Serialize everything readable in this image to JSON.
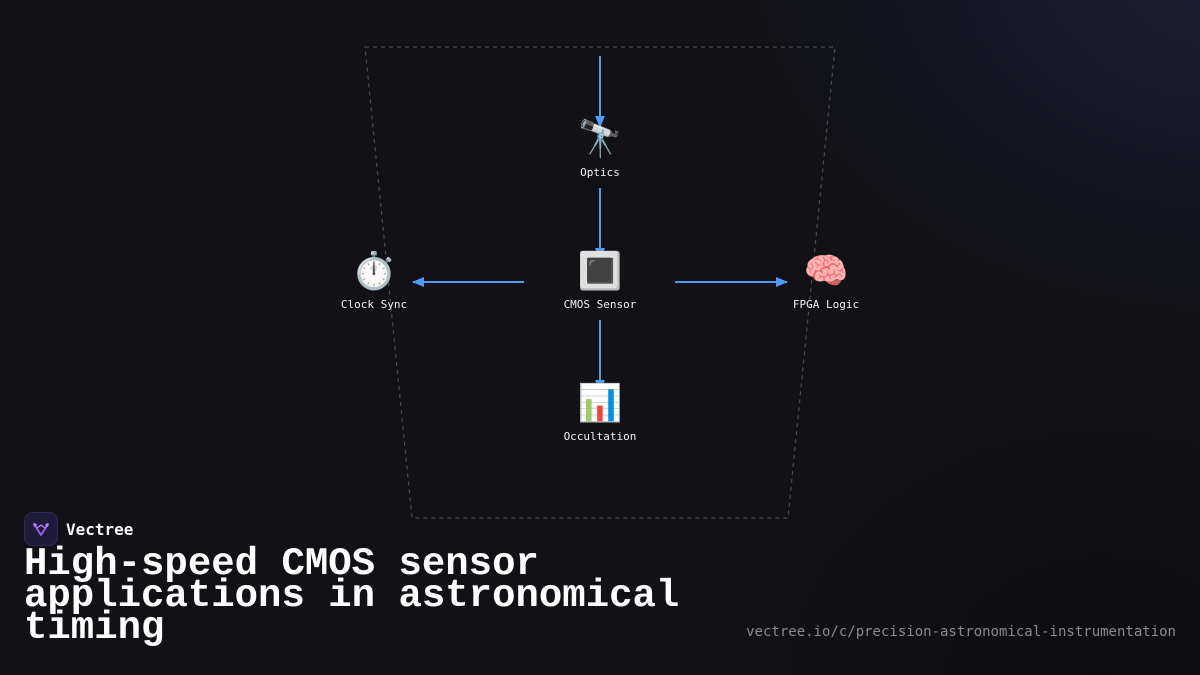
{
  "diagram": {
    "nodes": [
      {
        "id": "optics",
        "label": "Optics",
        "icon": "telescope-icon",
        "emoji": "🔭"
      },
      {
        "id": "cmos",
        "label": "CMOS Sensor",
        "icon": "sensor-chip-icon",
        "emoji": "🔳"
      },
      {
        "id": "clock",
        "label": "Clock Sync",
        "icon": "stopwatch-icon",
        "emoji": "⏱️"
      },
      {
        "id": "fpga",
        "label": "FPGA Logic",
        "icon": "brain-icon",
        "emoji": "🧠"
      },
      {
        "id": "occultation",
        "label": "Occultation",
        "icon": "bar-chart-icon",
        "emoji": "📊"
      }
    ],
    "edges": [
      {
        "from": "top-entry",
        "to": "optics"
      },
      {
        "from": "optics",
        "to": "cmos"
      },
      {
        "from": "cmos",
        "to": "clock"
      },
      {
        "from": "cmos",
        "to": "fpga"
      },
      {
        "from": "cmos",
        "to": "occultation"
      }
    ],
    "arrow_color": "#4d9bf5",
    "frame_color": "#4a4a52"
  },
  "brand": {
    "name": "Vectree",
    "logo_icon": "vectree-logo-icon",
    "logo_color": "#9b5cf6"
  },
  "title": "High-speed CMOS sensor applications in astronomical timing",
  "url": "vectree.io/c/precision-astronomical-instrumentation"
}
